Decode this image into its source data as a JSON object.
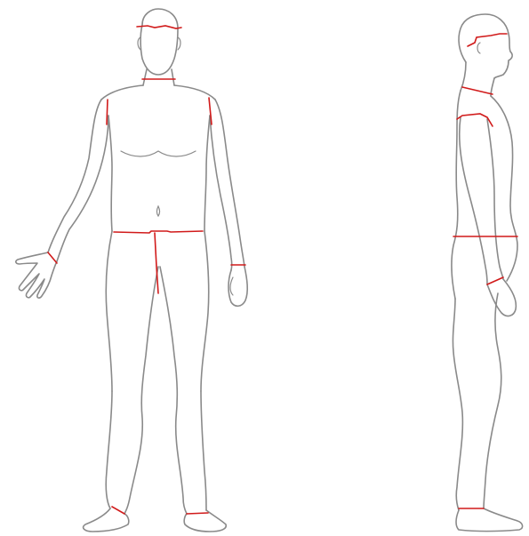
{
  "colors": {
    "background": "#ffffff",
    "outline": "#8a8a8a",
    "measurement_line": "#d11a1a"
  },
  "figures": [
    {
      "view": "front",
      "measurement_lines": [
        "head",
        "neck",
        "left-shoulder",
        "right-shoulder",
        "waist",
        "inseam",
        "right-wrist",
        "left-wrist",
        "right-ankle",
        "left-ankle"
      ]
    },
    {
      "view": "side",
      "measurement_lines": [
        "head",
        "neck",
        "shoulder",
        "waist",
        "wrist",
        "ankle"
      ]
    }
  ]
}
